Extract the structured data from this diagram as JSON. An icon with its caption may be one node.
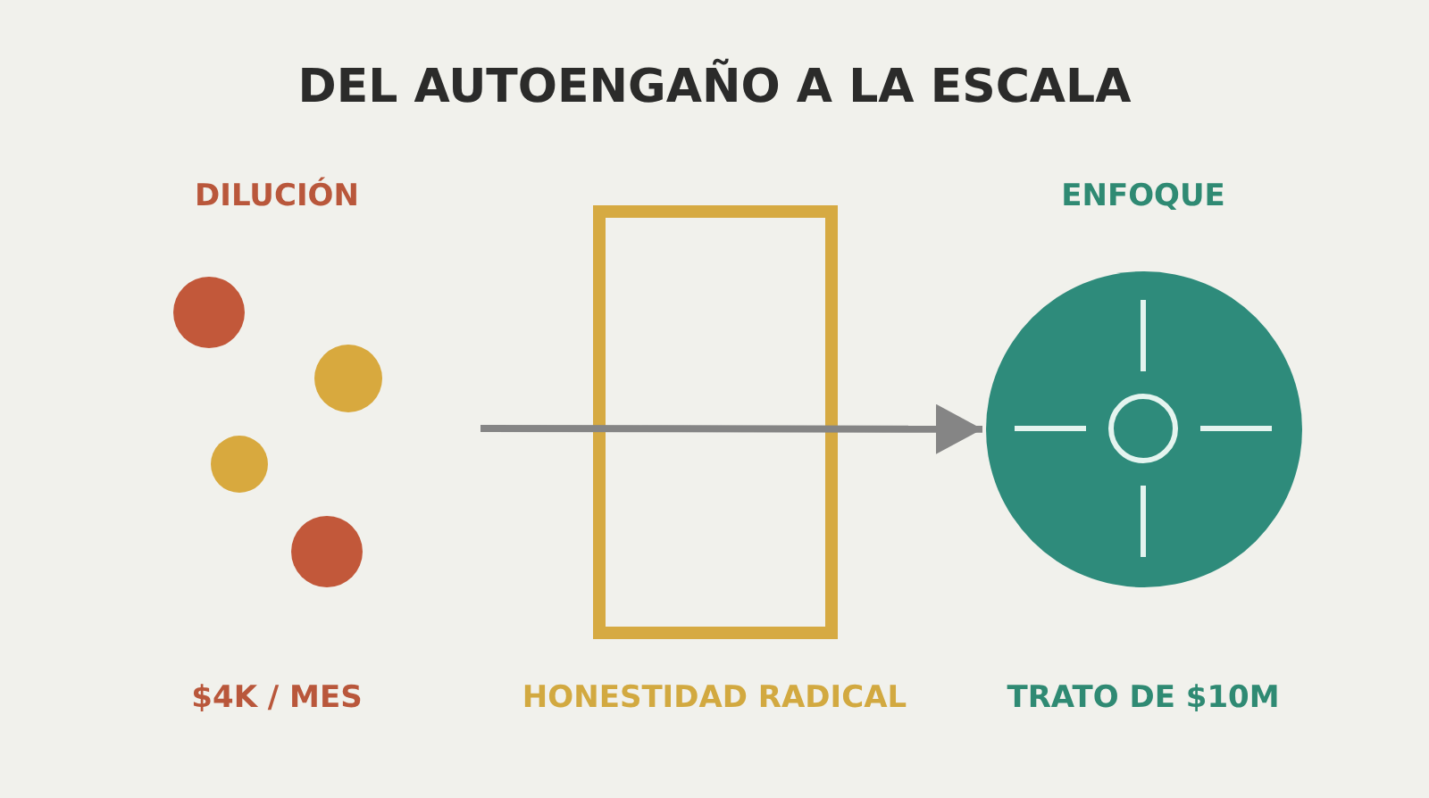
{
  "diagram": {
    "title": "DEL AUTOENGAÑO A LA ESCALA",
    "nodes": [
      {
        "text": [
          "DILUCIÓN",
          "$4K / MES"
        ]
      },
      {
        "text": [
          "HONESTIDAD RADICAL"
        ]
      },
      {
        "text": [
          "ENFOQUE",
          "TRATO DE $10M"
        ]
      }
    ],
    "edges": [
      {
        "from": null,
        "to": 2,
        "arrow": "to"
      }
    ]
  }
}
